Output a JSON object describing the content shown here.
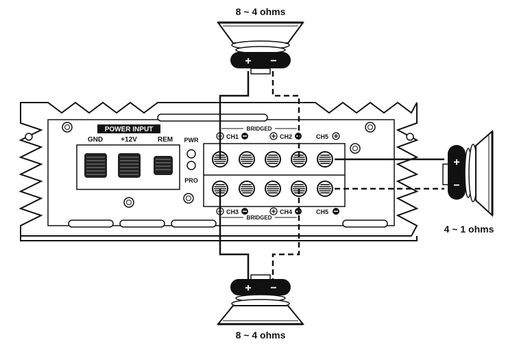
{
  "speakers": {
    "top_label": "8 ~ 4 ohms",
    "bottom_label": "8 ~ 4 ohms",
    "right_label": "4 ~ 1 ohms",
    "plus": "+",
    "minus": "−"
  },
  "amp": {
    "power_input_label": "POWER INPUT",
    "terminals": [
      "GND",
      "+12V",
      "REM"
    ],
    "indicators": [
      "PWR",
      "PRO"
    ],
    "bridged_top": "BRIDGED",
    "bridged_bottom": "BRIDGED",
    "top_channels": [
      "CH1",
      "CH2",
      "CH5"
    ],
    "bottom_channels": [
      "CH3",
      "CH4",
      "CH5"
    ]
  }
}
